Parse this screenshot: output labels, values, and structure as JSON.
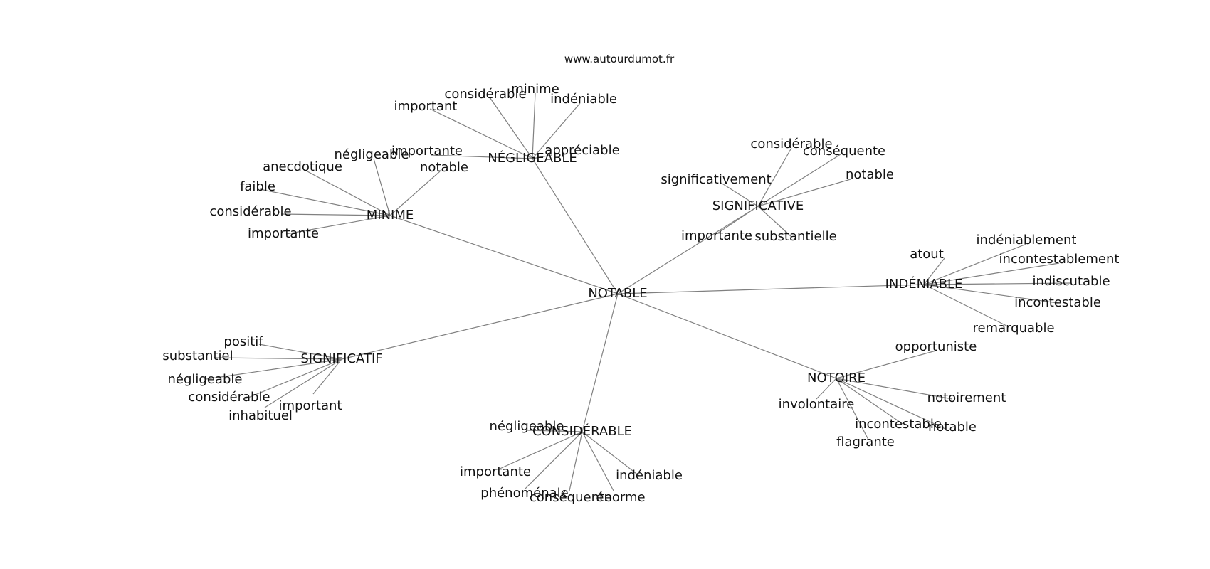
{
  "watermark": "www.autourdumot.fr",
  "center": {
    "id": "n0",
    "label": "NOTABLE"
  },
  "hubs": [
    {
      "id": "h_neg",
      "label": "NÉGLIGEABLE",
      "leaves": [
        {
          "id": "l_neg_1",
          "label": "important"
        },
        {
          "id": "l_neg_2",
          "label": "considérable"
        },
        {
          "id": "l_neg_3",
          "label": "minime"
        },
        {
          "id": "l_neg_4",
          "label": "indéniable"
        },
        {
          "id": "l_neg_5",
          "label": "importante"
        },
        {
          "id": "l_neg_6",
          "label": "appréciable"
        }
      ]
    },
    {
      "id": "h_min",
      "label": "MINIME",
      "leaves": [
        {
          "id": "l_min_1",
          "label": "négligeable"
        },
        {
          "id": "l_min_2",
          "label": "anecdotique"
        },
        {
          "id": "l_min_3",
          "label": "notable"
        },
        {
          "id": "l_min_4",
          "label": "faible"
        },
        {
          "id": "l_min_5",
          "label": "considérable"
        },
        {
          "id": "l_min_6",
          "label": "importante"
        }
      ]
    },
    {
      "id": "h_sve",
      "label": "SIGNIFICATIVE",
      "leaves": [
        {
          "id": "l_sve_1",
          "label": "considérable"
        },
        {
          "id": "l_sve_2",
          "label": "conséquente"
        },
        {
          "id": "l_sve_3",
          "label": "significativement"
        },
        {
          "id": "l_sve_4",
          "label": "notable"
        },
        {
          "id": "l_sve_5",
          "label": "importante"
        },
        {
          "id": "l_sve_6",
          "label": "substantielle"
        }
      ]
    },
    {
      "id": "h_ind",
      "label": "INDÉNIABLE",
      "leaves": [
        {
          "id": "l_ind_1",
          "label": "atout"
        },
        {
          "id": "l_ind_2",
          "label": "indéniablement"
        },
        {
          "id": "l_ind_3",
          "label": "incontestablement"
        },
        {
          "id": "l_ind_4",
          "label": "indiscutable"
        },
        {
          "id": "l_ind_5",
          "label": "incontestable"
        },
        {
          "id": "l_ind_6",
          "label": "remarquable"
        }
      ]
    },
    {
      "id": "h_sif",
      "label": "SIGNIFICATIF",
      "leaves": [
        {
          "id": "l_sif_1",
          "label": "positif"
        },
        {
          "id": "l_sif_2",
          "label": "substantiel"
        },
        {
          "id": "l_sif_3",
          "label": "négligeable"
        },
        {
          "id": "l_sif_4",
          "label": "considérable"
        },
        {
          "id": "l_sif_5",
          "label": "important"
        },
        {
          "id": "l_sif_6",
          "label": "inhabituel"
        }
      ]
    },
    {
      "id": "h_not",
      "label": "NOTOIRE",
      "leaves": [
        {
          "id": "l_not_1",
          "label": "opportuniste"
        },
        {
          "id": "l_not_2",
          "label": "notoirement"
        },
        {
          "id": "l_not_3",
          "label": "involontaire"
        },
        {
          "id": "l_not_4",
          "label": "incontestable"
        },
        {
          "id": "l_not_5",
          "label": "notable"
        },
        {
          "id": "l_not_6",
          "label": "flagrante"
        }
      ]
    },
    {
      "id": "h_con",
      "label": "CONSIDÉRABLE",
      "leaves": [
        {
          "id": "l_con_1",
          "label": "négligeable"
        },
        {
          "id": "l_con_2",
          "label": "importante"
        },
        {
          "id": "l_con_3",
          "label": "indéniable"
        },
        {
          "id": "l_con_4",
          "label": "phénoménale"
        },
        {
          "id": "l_con_5",
          "label": "conséquente"
        },
        {
          "id": "l_con_6",
          "label": "énorme"
        }
      ]
    }
  ]
}
